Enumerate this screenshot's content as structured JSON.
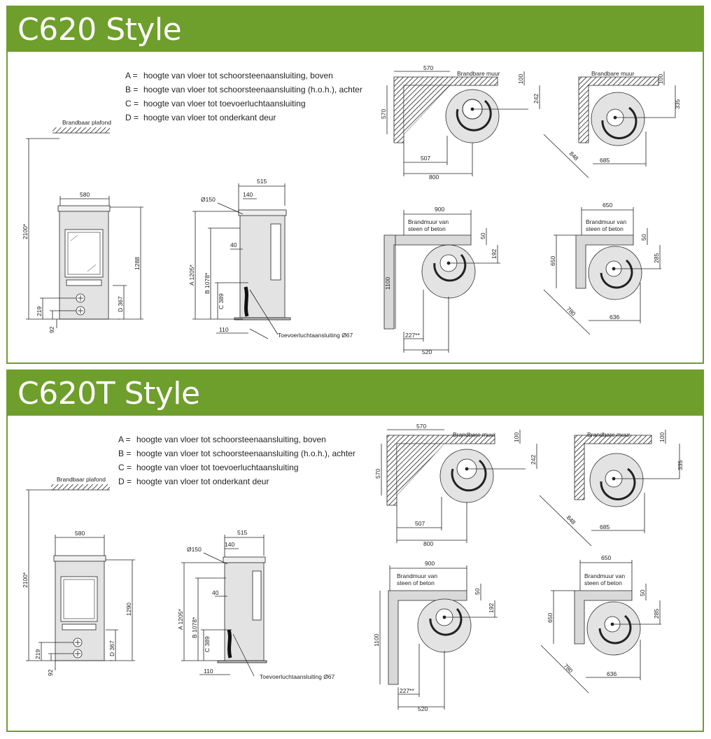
{
  "colors": {
    "green": "#6e9e2c",
    "stove_fill": "#e3e3e3",
    "wall_fill": "#d9d9d9",
    "line": "#222222"
  },
  "models": [
    {
      "title": "C620 Style",
      "legend": [
        {
          "key": "A =",
          "text": "hoogte van vloer tot schoorsteenaansluiting, boven"
        },
        {
          "key": "B =",
          "text": "hoogte van vloer tot schoorsteenaansluiting (h.o.h.), achter"
        },
        {
          "key": "C =",
          "text": "hoogte van vloer tot toevoerluchtaansluiting"
        },
        {
          "key": "D =",
          "text": "hoogte van vloer tot onderkant deur"
        }
      ],
      "front": {
        "ceiling": "Brandbaar plafond",
        "ceiling_h": "2100*",
        "width": "580",
        "height": "1288",
        "d": "D 367",
        "c": "219",
        "bottom": "92"
      },
      "side": {
        "depth": "515",
        "offset": "140",
        "flue": "Ø150",
        "a": "A 1205*",
        "b": "B 1078*",
        "c": "C 389",
        "d40": "40",
        "bottom": "110",
        "air": "Toevoerluchtaansluiting Ø67"
      },
      "clear1": {
        "wall": "Brandbare muur",
        "top": "570",
        "left": "570",
        "back": "100",
        "flue": "242",
        "inner": "507",
        "outer": "800"
      },
      "clear2": {
        "wall": "Brandbare muur",
        "back": "100",
        "flue": "335",
        "diag": "848",
        "width": "685"
      },
      "clear3": {
        "wall1": "Brandmuur van",
        "wall2": "steen of beton",
        "top": "900",
        "left": "1100",
        "back": "50",
        "flue": "192",
        "inner": "227**",
        "outer": "520"
      },
      "clear4": {
        "wall1": "Brandmuur van",
        "wall2": "steen of beton",
        "top": "650",
        "left": "650",
        "back": "50",
        "flue": "285",
        "diag": "780",
        "width": "636"
      }
    },
    {
      "title": "C620T Style",
      "legend": [
        {
          "key": "A =",
          "text": "hoogte van vloer tot schoorsteenaansluiting, boven"
        },
        {
          "key": "B =",
          "text": "hoogte van vloer tot schoorsteenaansluiting (h.o.h.), achter"
        },
        {
          "key": "C =",
          "text": "hoogte van vloer tot toevoerluchtaansluiting"
        },
        {
          "key": "D =",
          "text": "hoogte van vloer tot onderkant deur"
        }
      ],
      "front": {
        "ceiling": "Brandbaar plafond",
        "ceiling_h": "2100*",
        "width": "580",
        "height": "1290",
        "d": "D 367",
        "c": "219",
        "bottom": "92"
      },
      "side": {
        "depth": "515",
        "offset": "140",
        "flue": "Ø150",
        "a": "A 1205*",
        "b": "B 1078*",
        "c": "C 389",
        "d40": "40",
        "bottom": "110",
        "air": "Toevoerluchtaansluiting Ø67"
      },
      "clear1": {
        "wall": "Brandbare muur",
        "top": "570",
        "left": "570",
        "back": "100",
        "flue": "242",
        "inner": "507",
        "outer": "800"
      },
      "clear2": {
        "wall": "Brandbare muur",
        "back": "100",
        "flue": "335",
        "diag": "848",
        "width": "685"
      },
      "clear3": {
        "wall1": "Brandmuur van",
        "wall2": "steen of beton",
        "top": "900",
        "left": "1100",
        "back": "50",
        "flue": "192",
        "inner": "227**",
        "outer": "520"
      },
      "clear4": {
        "wall1": "Brandmuur van",
        "wall2": "steen of beton",
        "top": "650",
        "left": "650",
        "back": "50",
        "flue": "285",
        "diag": "780",
        "width": "636"
      }
    }
  ]
}
